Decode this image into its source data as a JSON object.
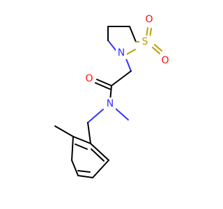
{
  "molecule": {
    "atoms": {
      "sulfur": {
        "symbol": "S",
        "color": "#b8a000"
      },
      "sulfonyl_oxygen_top": {
        "symbol": "O",
        "color": "#ff0d0d"
      },
      "sulfonyl_oxygen_right": {
        "symbol": "O",
        "color": "#ff0d0d"
      },
      "ring_nitrogen": {
        "symbol": "N",
        "color": "#3333ff"
      },
      "carbonyl_oxygen": {
        "symbol": "O",
        "color": "#ff0d0d"
      },
      "amide_nitrogen": {
        "symbol": "N",
        "color": "#3333ff"
      }
    },
    "bond_color": "#000000",
    "background": "#ffffff"
  }
}
